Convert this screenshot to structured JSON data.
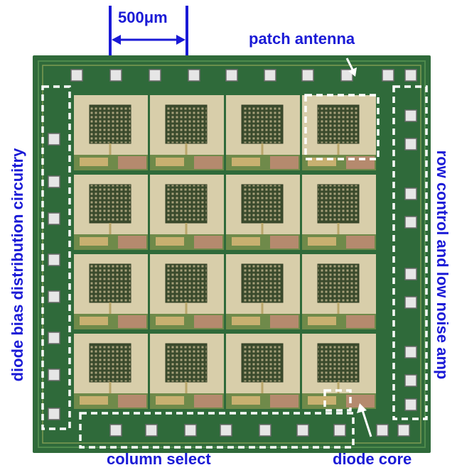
{
  "labels": {
    "scale_bar": "500μm",
    "patch_antenna": "patch antenna",
    "row_control": "row control and low noise amp",
    "diode_bias": "diode bias distribution circuitry",
    "column_select": "column select",
    "diode_core": "diode core"
  },
  "grid": {
    "rows": 4,
    "cols": 4
  },
  "colors": {
    "annotation": "#1a1ad6",
    "substrate": "#2f6a3a",
    "patch": "#d8ceaa",
    "mesh": "#3a4a2c",
    "pad": "#e6e6e6",
    "dashed_box": "#ffffff"
  }
}
